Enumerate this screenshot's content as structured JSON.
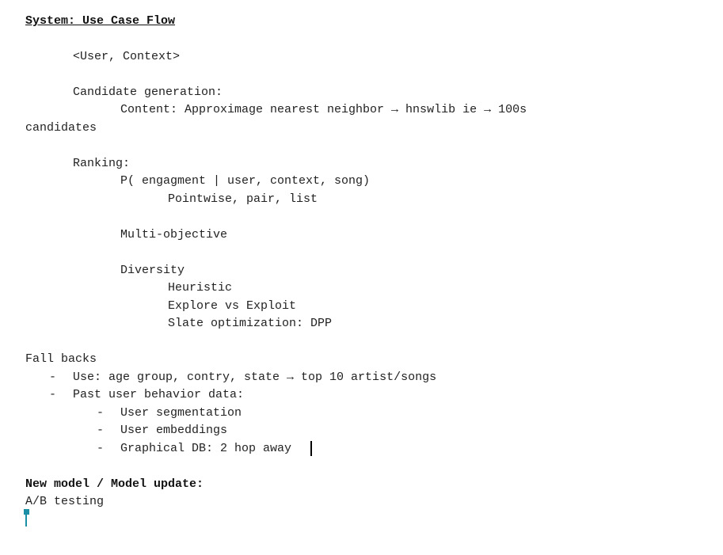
{
  "doc": {
    "title": "System: Use Case Flow",
    "input": "<User, Context>",
    "candidate_heading": "Candidate generation:",
    "candidate_content": "Content: Approximage nearest neighbor → hnswlib ie → 100s",
    "candidate_wrap": "candidates",
    "ranking_heading": "Ranking:",
    "ranking_prob": "P( engagment | user, context, song)",
    "ranking_types": "Pointwise, pair, list",
    "multi_objective": "Multi-objective",
    "diversity": "Diversity",
    "diversity_items": [
      "Heuristic",
      "Explore vs Exploit",
      "Slate optimization: DPP"
    ],
    "fallbacks_heading": "Fall backs",
    "fallbacks_items": [
      "Use: age group, contry, state → top 10 artist/songs",
      "Past user behavior data:"
    ],
    "past_behavior_items": [
      "User segmentation",
      "User embeddings",
      "Graphical DB: 2 hop away"
    ],
    "model_update_heading": "New model / Model update:",
    "model_update_text": "A/B testing",
    "dash": "-"
  }
}
